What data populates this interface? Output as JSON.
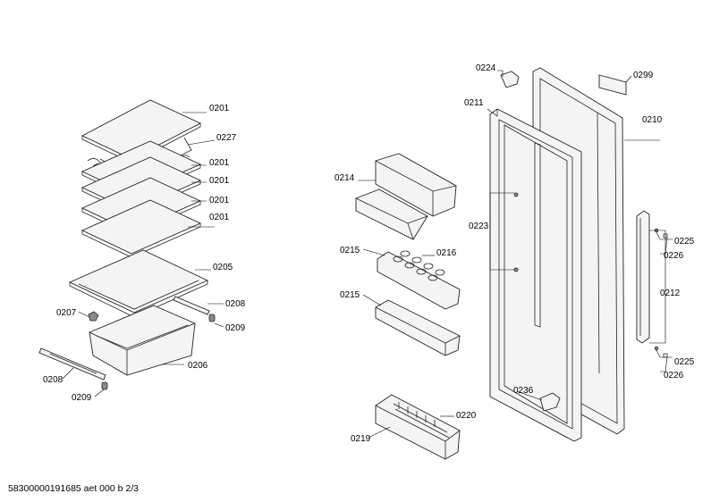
{
  "footer": {
    "text": "58300000191685 aet 000 b 2/3"
  },
  "labels": {
    "l0201a": "0201",
    "l0227": "0227",
    "l0201b": "0201",
    "l0201c": "0201",
    "l0201d": "0201",
    "l0201e": "0201",
    "l0205": "0205",
    "l0208a": "0208",
    "l0207": "0207",
    "l0209a": "0209",
    "l0206": "0206",
    "l0208b": "0208",
    "l0209b": "0209",
    "l0214": "0214",
    "l0215a": "0215",
    "l0216": "0216",
    "l0215b": "0215",
    "l0219": "0219",
    "l0220": "0220",
    "l0224": "0224",
    "l0211": "0211",
    "l0223": "0223",
    "l0236": "0236",
    "l0299": "0299",
    "l0210": "0210",
    "l0225a": "0225",
    "l0226a": "0226",
    "l0212": "0212",
    "l0225b": "0225",
    "l0226b": "0226"
  }
}
